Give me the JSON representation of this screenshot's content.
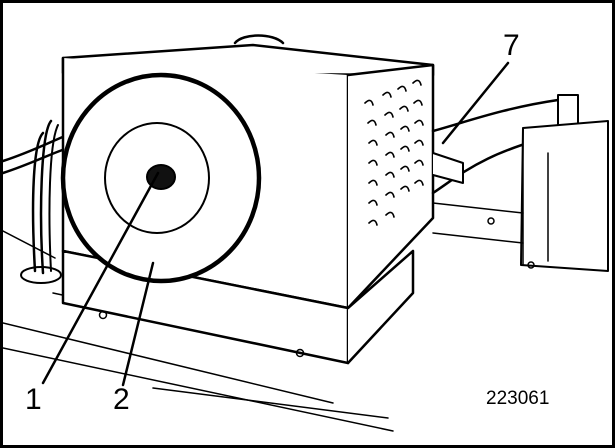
{
  "figure": {
    "callouts": [
      {
        "label": "1"
      },
      {
        "label": "2"
      },
      {
        "label": "7"
      }
    ],
    "figure_number": "223061"
  }
}
